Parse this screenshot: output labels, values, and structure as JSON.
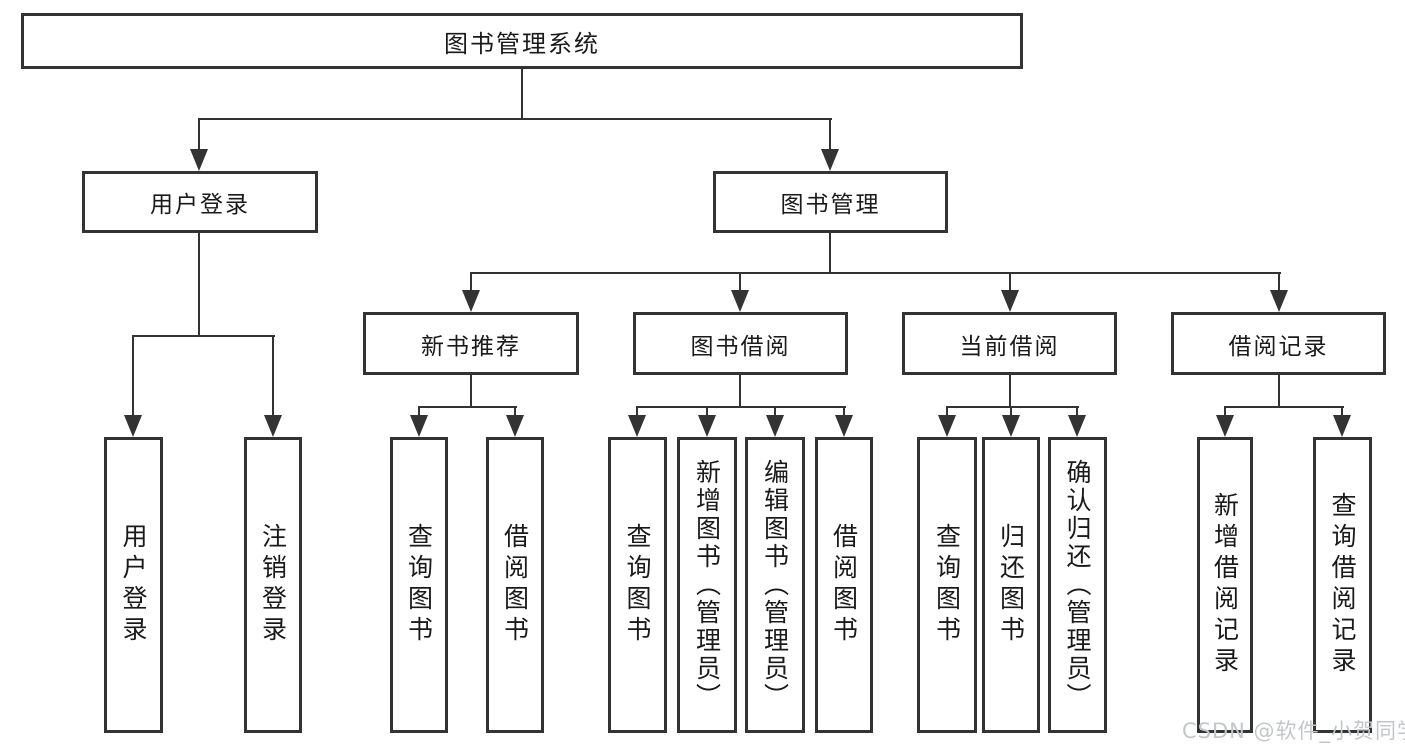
{
  "diagram": {
    "type": "hierarchy-tree",
    "root": {
      "label": "图书管理系统"
    },
    "branches": {
      "user_login": {
        "label": "用户登录",
        "leaves": [
          "用户登录",
          "注销登录"
        ]
      },
      "book_mgmt": {
        "label": "图书管理",
        "sections": {
          "new_book_rec": {
            "label": "新书推荐",
            "leaves": [
              "查询图书",
              "借阅图书"
            ]
          },
          "book_borrow": {
            "label": "图书借阅",
            "leaves": [
              "查询图书",
              "新增图书（管理员）",
              "编辑图书（管理员）",
              "借阅图书"
            ]
          },
          "current_borrow": {
            "label": "当前借阅",
            "leaves": [
              "查询图书",
              "归还图书",
              "确认归还（管理员）"
            ]
          },
          "borrow_records": {
            "label": "借阅记录",
            "leaves": [
              "新增借阅记录",
              "查询借阅记录"
            ]
          }
        }
      }
    }
  },
  "watermark": "CSDN @软件_小贺同学",
  "colors": {
    "line": "#333333",
    "box_border": "#333333",
    "box_fill": "#ffffff",
    "text": "#1a1a1a",
    "watermark": "#c3c7ca",
    "background": "#ffffff"
  }
}
